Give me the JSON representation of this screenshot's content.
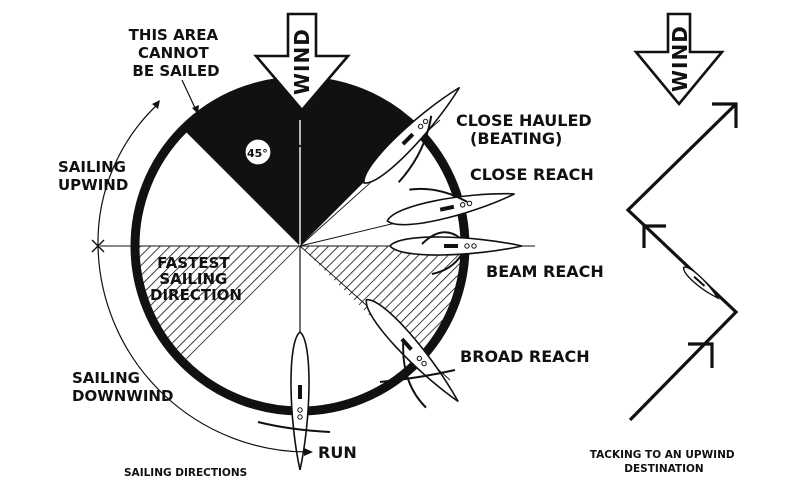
{
  "labels": {
    "no_sail_zone": [
      "THIS AREA",
      "CANNOT",
      "BE SAILED"
    ],
    "sailing_upwind": [
      "SAILING",
      "UPWIND"
    ],
    "fastest": [
      "FASTEST",
      "SAILING",
      "DIRECTION"
    ],
    "sailing_downwind": [
      "SAILING",
      "DOWNWIND"
    ],
    "close_hauled": [
      "CLOSE HAULED",
      "(BEATING)"
    ],
    "close_reach": "CLOSE REACH",
    "beam_reach": "BEAM REACH",
    "broad_reach": "BROAD REACH",
    "run": "RUN",
    "caption_left": "SAILING DIRECTIONS",
    "caption_right": [
      "TACKING TO AN UPWIND",
      "DESTINATION"
    ],
    "wind": "WIND",
    "wind_right": "WIND",
    "angle": "45°"
  },
  "colors": {
    "ink": "#111111",
    "paper": "#ffffff"
  }
}
